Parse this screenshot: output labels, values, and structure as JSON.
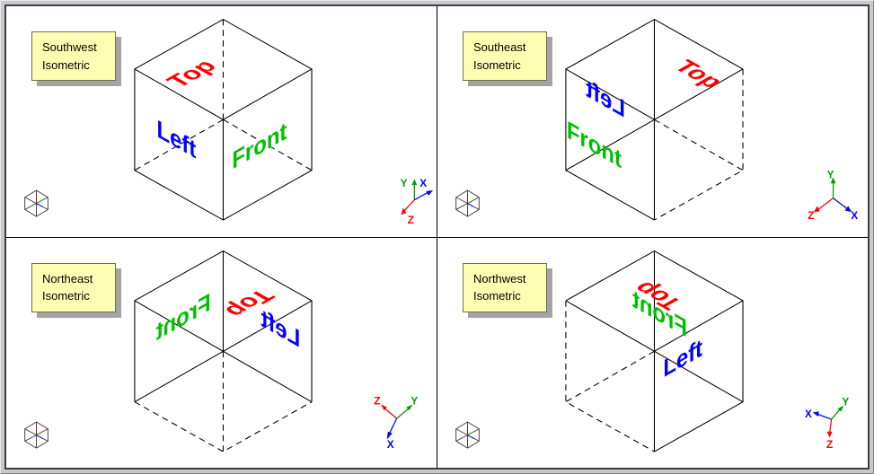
{
  "colors": {
    "face_top": "#FF0000",
    "face_left": "#0000FF",
    "face_front": "#00BF00",
    "axis_x": "#0000FF",
    "axis_y": "#00A000",
    "axis_z": "#FF0000",
    "label_bg": "#FFFFB3"
  },
  "cube_faces": {
    "top": "Top",
    "left": "Left",
    "front": "Front"
  },
  "viewports": [
    {
      "id": "southwest",
      "label_line1": "Southwest",
      "label_line2": "Isometric",
      "axes": {
        "x": "X",
        "y": "Y",
        "z": "Z"
      }
    },
    {
      "id": "southeast",
      "label_line1": "Southeast",
      "label_line2": "Isometric",
      "axes": {
        "x": "X",
        "y": "Y",
        "z": "Z"
      }
    },
    {
      "id": "northeast",
      "label_line1": "Northeast",
      "label_line2": "Isometric",
      "axes": {
        "x": "X",
        "y": "Y",
        "z": "Z"
      }
    },
    {
      "id": "northwest",
      "label_line1": "Northwest",
      "label_line2": "Isometric",
      "axes": {
        "x": "X",
        "y": "Y",
        "z": "Z"
      }
    }
  ]
}
